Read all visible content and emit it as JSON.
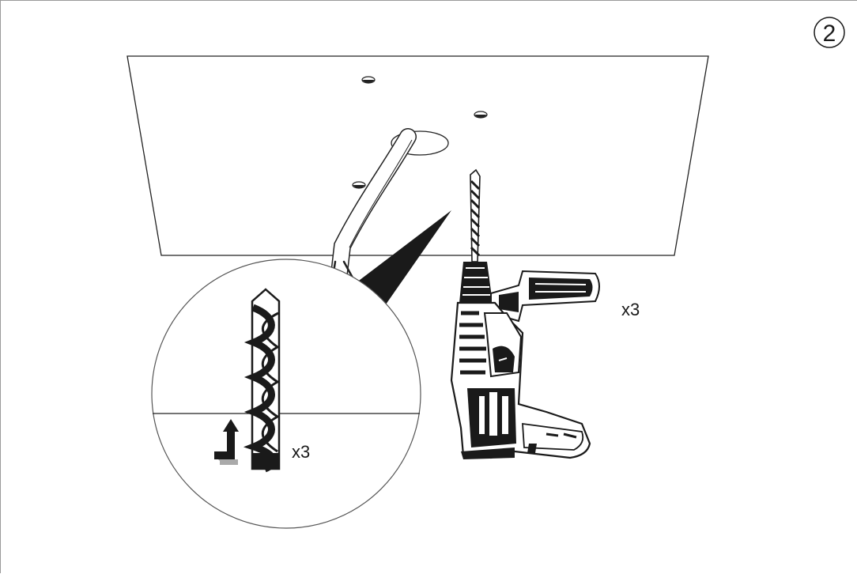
{
  "step": {
    "number": "2"
  },
  "callouts": {
    "drill_quantity": "x3",
    "bit_quantity": "x3"
  },
  "colors": {
    "ink": "#1a1a1a",
    "outline": "#222222",
    "shadow": "#aaaaaa"
  },
  "icons": {
    "ceiling": "ceiling-panel-icon",
    "drill": "hammer-drill-icon",
    "bit": "masonry-drill-bit-icon",
    "direction": "upward-arrow-icon"
  }
}
